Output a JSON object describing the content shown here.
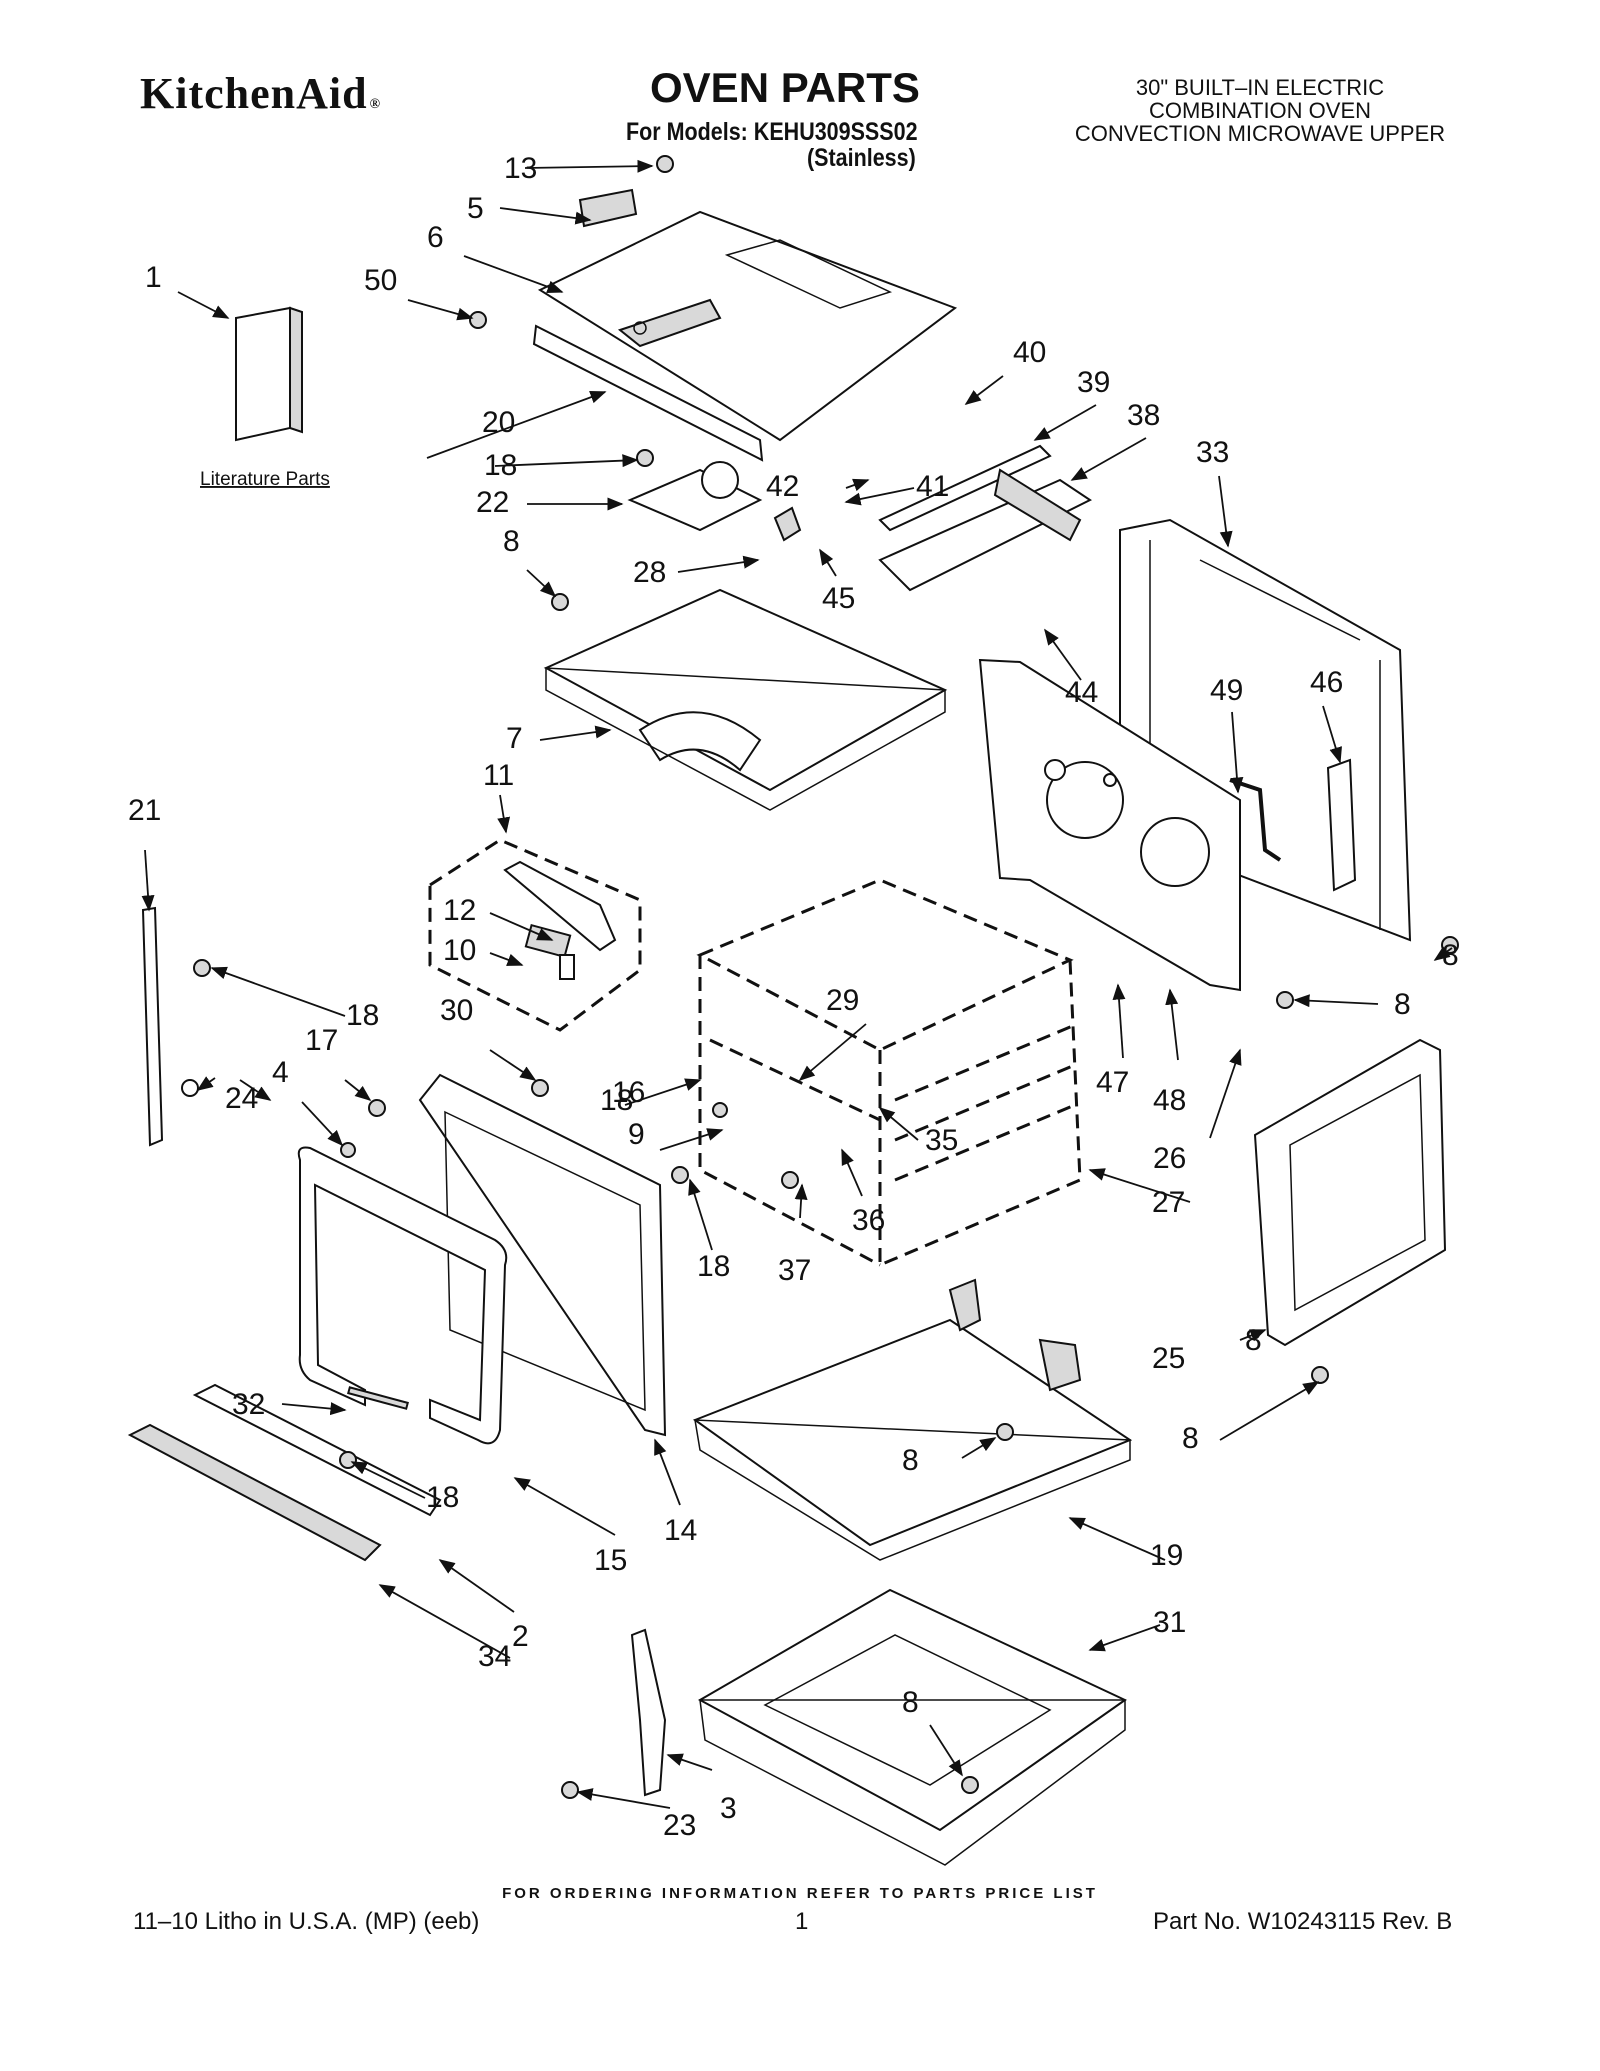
{
  "header": {
    "brand": "KitchenAid",
    "brand_mark": "®",
    "title": "OVEN PARTS",
    "models_line": "For Models: KEHU309SSS02",
    "variant": "(Stainless)",
    "description": [
      "30\" BUILT–IN ELECTRIC",
      "COMBINATION OVEN",
      "CONVECTION MICROWAVE UPPER"
    ]
  },
  "literature_label": "Literature Parts",
  "callouts": [
    "1",
    "2",
    "3",
    "4",
    "5",
    "6",
    "7",
    "8",
    "8",
    "8",
    "8",
    "8",
    "8",
    "8",
    "9",
    "10",
    "11",
    "12",
    "13",
    "14",
    "15",
    "16",
    "17",
    "18",
    "18",
    "18",
    "18",
    "18",
    "19",
    "20",
    "21",
    "22",
    "23",
    "24",
    "25",
    "26",
    "27",
    "28",
    "29",
    "30",
    "31",
    "32",
    "33",
    "34",
    "35",
    "36",
    "37",
    "38",
    "39",
    "40",
    "41",
    "42",
    "44",
    "45",
    "46",
    "47",
    "48",
    "49",
    "50"
  ],
  "footer": {
    "ordering": "FOR ORDERING INFORMATION REFER TO PARTS PRICE LIST",
    "left": "11–10 Litho in U.S.A. (MP) (eeb)",
    "page": "1",
    "part_no": "Part No. W10243115 Rev. B"
  },
  "icons": [
    "screw-icon",
    "bolt-icon"
  ]
}
